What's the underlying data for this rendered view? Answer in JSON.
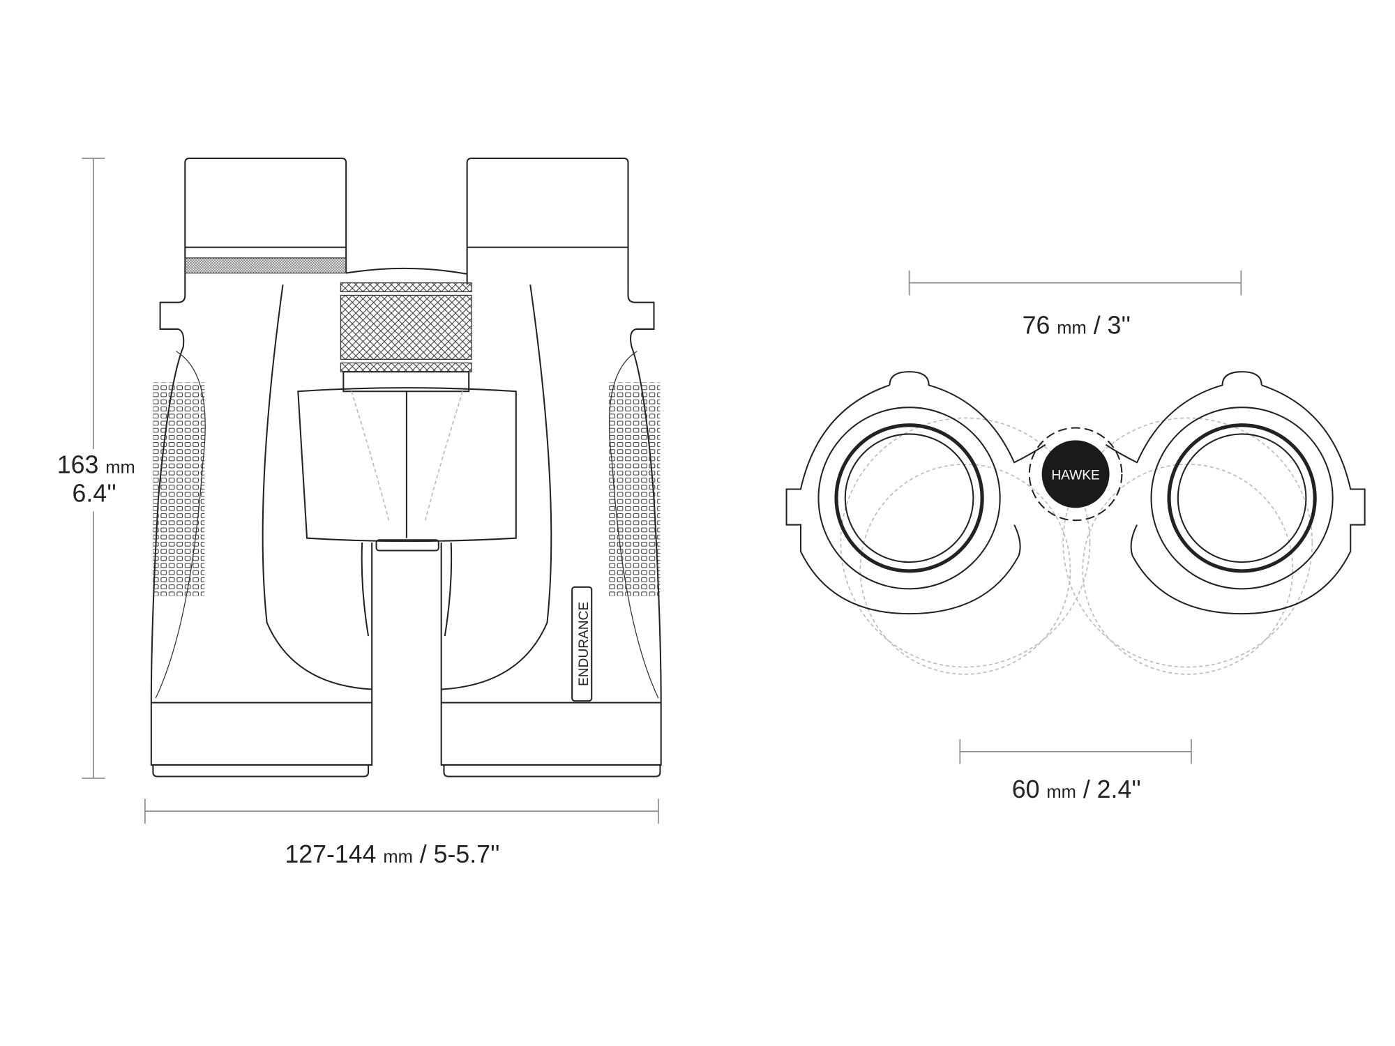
{
  "front_view": {
    "height_label": {
      "value": "163",
      "unit": "mm",
      "imperial": "6.4''"
    },
    "width_label": {
      "value": "127-144",
      "unit": "mm",
      "imperial": "/ 5-5.7''"
    },
    "model_name": "ENDURANCE"
  },
  "rear_view": {
    "top_label": {
      "value": "76",
      "unit": "mm",
      "imperial": "/ 3''"
    },
    "bottom_label": {
      "value": "60",
      "unit": "mm",
      "imperial": "/ 2.4''"
    },
    "brand_logo": "HAWKE"
  },
  "colors": {
    "line": "#222222",
    "dimension": "#888888",
    "hidden": "#bbbbbb",
    "logo_bg": "#1a1a1a"
  }
}
